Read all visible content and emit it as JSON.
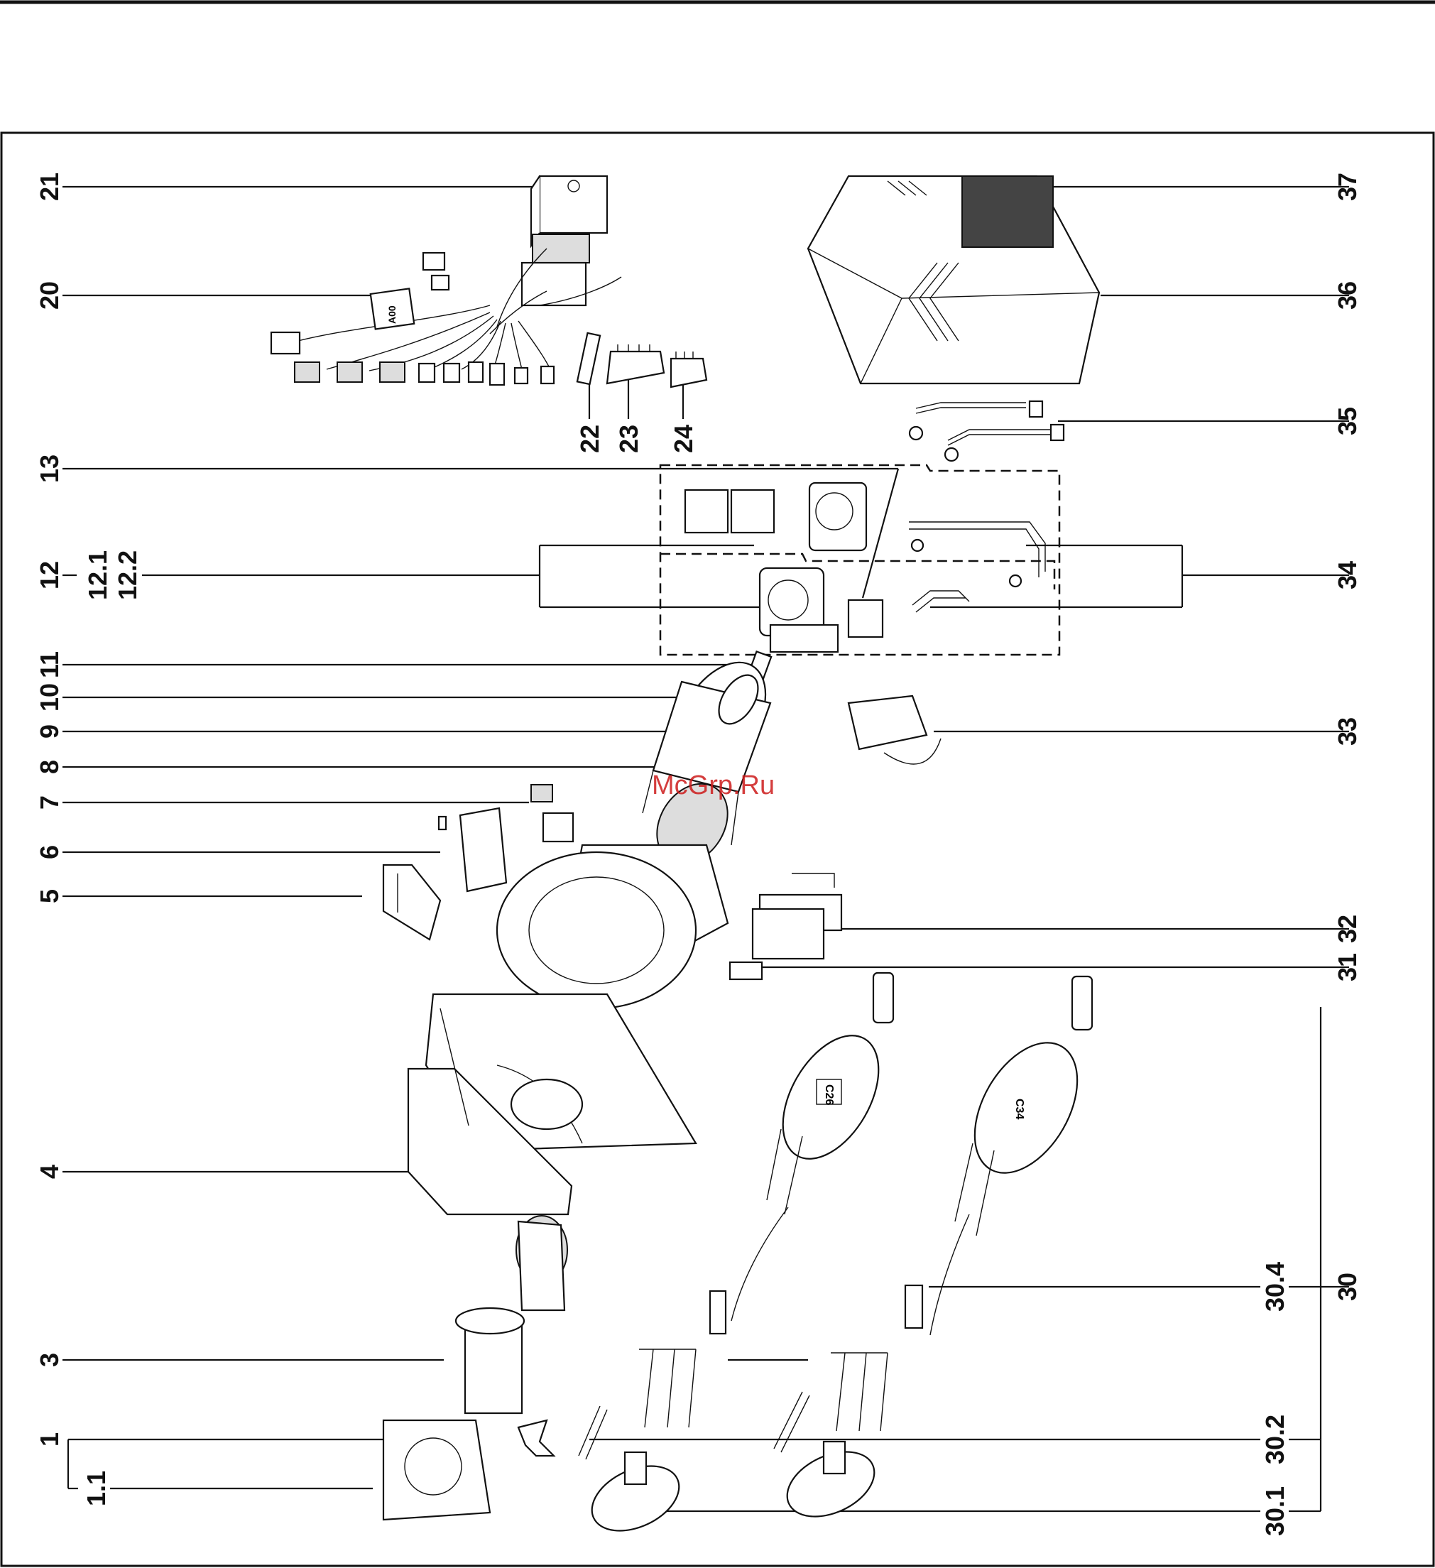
{
  "watermark": "McGrp.Ru",
  "callouts_left": [
    "21",
    "20",
    "13",
    "12",
    "12.1",
    "12.2",
    "11",
    "10",
    "9",
    "8",
    "7",
    "6",
    "5",
    "4",
    "3",
    "1",
    "1.1"
  ],
  "callouts_top": [
    "22",
    "23",
    "24"
  ],
  "callouts_right": [
    "37",
    "36",
    "35",
    "34",
    "33",
    "32",
    "31",
    "30",
    "30.4",
    "30.2",
    "30.1"
  ],
  "part_markings": {
    "block_20": "A00",
    "head_1": "C26",
    "head_2": "C34"
  }
}
